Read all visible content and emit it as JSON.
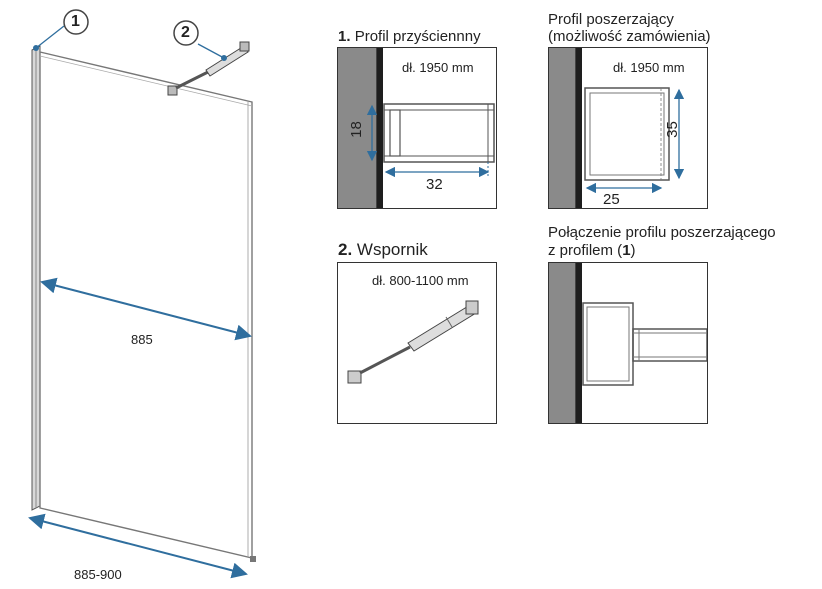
{
  "callouts": {
    "one": "1",
    "two": "2"
  },
  "panel": {
    "width_label": "885",
    "base_label": "885-900"
  },
  "profile1": {
    "num": "1.",
    "title": "Profil przyściennny",
    "length": "dł. 1950 mm",
    "dim_h": "18",
    "dim_w": "32"
  },
  "extension": {
    "title_line1": "Profil poszerzający",
    "title_line2": "(możliwość zamówienia)",
    "length": "dł. 1950 mm",
    "dim_h": "35",
    "dim_w": "25"
  },
  "bracket": {
    "num": "2.",
    "title": "Wspornik",
    "length": "dł. 800-1100 mm"
  },
  "connection": {
    "title_line1": "Połączenie profilu poszerzającego",
    "title_line2_prefix": "z profilem (",
    "title_line2_num": "1",
    "title_line2_suffix": ")"
  },
  "colors": {
    "dimension_arrow": "#2f6e9e",
    "wall": "#8a8a8a",
    "seal": "#1e1e1e"
  }
}
